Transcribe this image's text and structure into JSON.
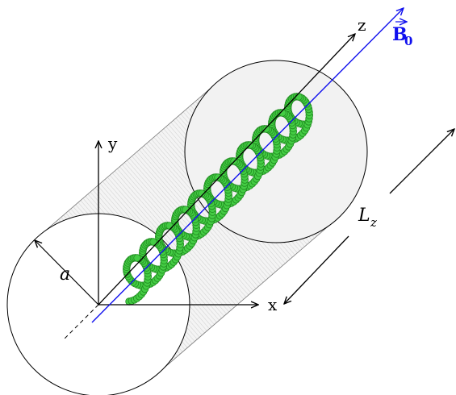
{
  "diagram": {
    "axis_labels": {
      "x": "x",
      "y": "y",
      "z": "z"
    },
    "radius_label": "a",
    "length_label": {
      "main": "L",
      "sub": "z"
    },
    "field_label": {
      "main": "B",
      "sub": "0"
    },
    "colors": {
      "field": "#1010ee",
      "helix_fill": "#44cc44",
      "helix_stroke": "#1e8a1e",
      "cylinder_fill": "#eeeeee",
      "cylinder_stroke": "#000000"
    },
    "helix_turns": 11,
    "icons": [
      "cylinder",
      "helix",
      "field-arrow",
      "axis-arrows",
      "dimension-arrows"
    ]
  }
}
